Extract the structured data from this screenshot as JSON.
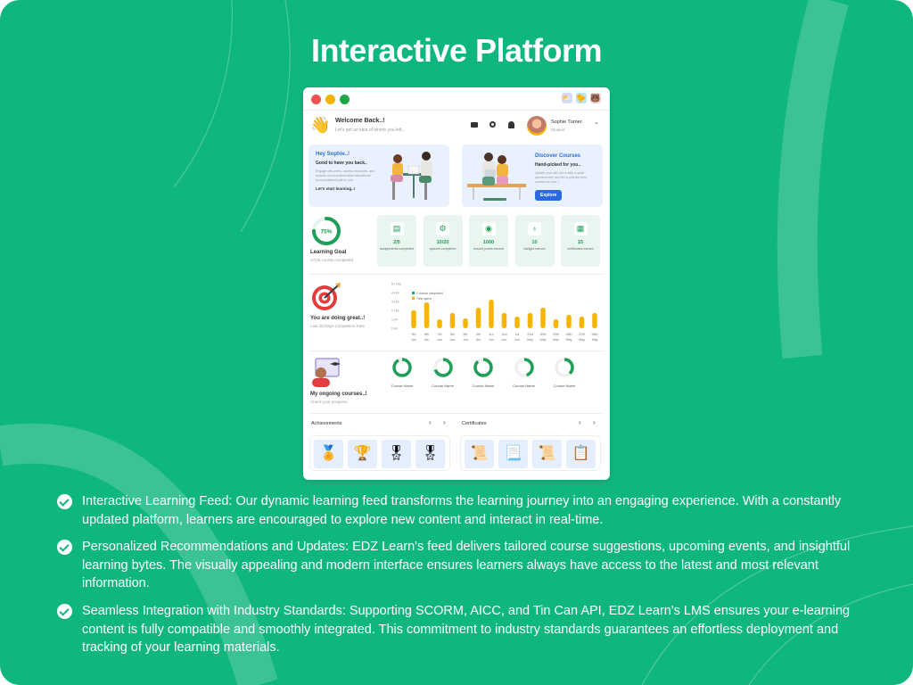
{
  "page": {
    "title": "Interactive Platform",
    "background_color": "#10b67f"
  },
  "window": {
    "traffic_lights": [
      "#f05252",
      "#f5b400",
      "#21a54a"
    ],
    "app_icons": [
      "weather-app-icon",
      "duck-app-icon",
      "bear-app-icon"
    ],
    "header": {
      "greeting": "Welcome Back..!",
      "subtext": "Let's get an idea of where you left..",
      "icons": [
        "chat-icon",
        "search-icon",
        "bell-icon"
      ],
      "user_name": "Sophie Turner",
      "user_role": "Student"
    },
    "banner_left": {
      "heading": "Hey Sophie..!",
      "subheading": "Good to have you back..",
      "body": "Engage with peers, access resources, and embark on a transformative educational journey tailored just for you.",
      "cta": "Let's start learning..!"
    },
    "banner_right": {
      "heading": "Discover Courses",
      "subheading": "Hand-picked for you..",
      "body": "Update your skill set or take a quick questionnaire and let us pick the best courses for you..!",
      "button": "Explore"
    },
    "learning_goal": {
      "percent_label": "75%",
      "percent": 75,
      "title": "Learning Goal",
      "subtitle": "17/25 course completed"
    },
    "stats": [
      {
        "icon": "assignment-icon",
        "value": "2/5",
        "label": "assignments completed"
      },
      {
        "icon": "quiz-icon",
        "value": "10/20",
        "label": "quizzes completed"
      },
      {
        "icon": "coins-icon",
        "value": "1000",
        "label": "reward points earned"
      },
      {
        "icon": "medal-icon",
        "value": "10",
        "label": "badges earned"
      },
      {
        "icon": "certificate-icon",
        "value": "15",
        "label": "certificates earned"
      }
    ],
    "progress_section": {
      "title": "You are doing great..!",
      "subtitle": "Last 15 Days Completion Rate"
    },
    "chart_data": {
      "type": "bar",
      "title": "",
      "xlabel": "",
      "ylabel": "",
      "y_ticks": [
        "0 Hr",
        "1 Hr",
        "2 Hrs",
        "3 Hrs",
        "4 Hrs",
        "5+ Hrs"
      ],
      "ylim": [
        0,
        5
      ],
      "legend": [
        "1 course completed",
        "Time spent"
      ],
      "legend_position": "top-left",
      "bar_color": "#f7b500",
      "categories": [
        "9th Jun",
        "8th Jun",
        "7th Jun",
        "6th Jun",
        "5th Jun",
        "4th Jun",
        "3rd Jun",
        "2nd Jun",
        "1st Jun",
        "31st May",
        "30th May",
        "29th May",
        "28th May",
        "27th May",
        "26th May"
      ],
      "values": [
        2.0,
        2.9,
        1.0,
        1.7,
        1.1,
        2.3,
        3.2,
        1.7,
        1.3,
        1.7,
        2.3,
        1.0,
        1.5,
        1.3,
        1.7
      ]
    },
    "ongoing": {
      "title": "My ongoing courses..!",
      "subtitle": "Check your progress",
      "courses": [
        {
          "name": "Course Name",
          "progress": 0.92
        },
        {
          "name": "Course Name",
          "progress": 0.7
        },
        {
          "name": "Course Name",
          "progress": 0.88
        },
        {
          "name": "Course Name",
          "progress": 0.45
        },
        {
          "name": "Course Name",
          "progress": 0.38
        }
      ]
    },
    "achievements": {
      "title": "Achievements",
      "items": [
        "medal-icon",
        "trophy-icon",
        "ribbon-icon",
        "star-medal-icon"
      ],
      "glyphs": [
        "🏅",
        "🏆",
        "🎖",
        "🎖"
      ]
    },
    "certificates": {
      "title": "Certificates",
      "items": [
        "certificate-1-icon",
        "certificate-2-icon",
        "certificate-3-icon",
        "certificate-4-icon"
      ],
      "glyphs": [
        "📜",
        "📃",
        "📜",
        "📋"
      ]
    },
    "nav": {
      "prev": "‹",
      "next": "›"
    }
  },
  "bullets": [
    {
      "text": "Interactive Learning Feed: Our dynamic learning feed transforms the learning journey into an engaging experience. With a constantly updated platform, learners are encouraged to explore new content and interact in real-time."
    },
    {
      "text": "Personalized Recommendations and Updates: EDZ Learn's feed delivers tailored course suggestions, upcoming events, and insightful learning bytes. The visually appealing and modern interface ensures learners always have access to the latest and most relevant information."
    },
    {
      "text": "Seamless Integration with Industry Standards: Supporting SCORM, AICC, and Tin Can API, EDZ Learn's LMS ensures your e-learning content is fully compatible and smoothly integrated. This commitment to industry standards guarantees an effortless deployment and tracking of your learning materials."
    }
  ]
}
